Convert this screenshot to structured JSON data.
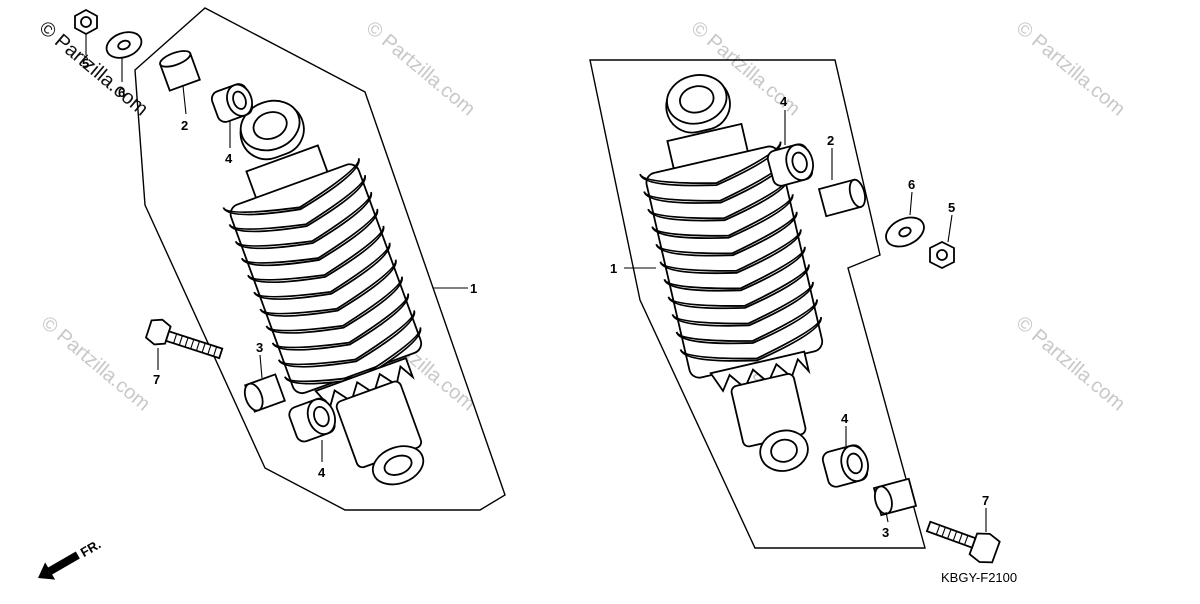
{
  "watermark_text": "© Partzilla.com",
  "diagram_code": "KBGY-F2100",
  "front_indicator": "FR.",
  "left_assembly": {
    "labels": {
      "p1": "1",
      "p2": "2",
      "p4_top": "4",
      "p3": "3",
      "p4_bottom": "4",
      "p7": "7",
      "p5": "5",
      "p6": "6"
    }
  },
  "right_assembly": {
    "labels": {
      "p1": "1",
      "p4_top": "4",
      "p2": "2",
      "p6": "6",
      "p5": "5",
      "p4_bottom": "4",
      "p3": "3",
      "p7": "7"
    }
  }
}
